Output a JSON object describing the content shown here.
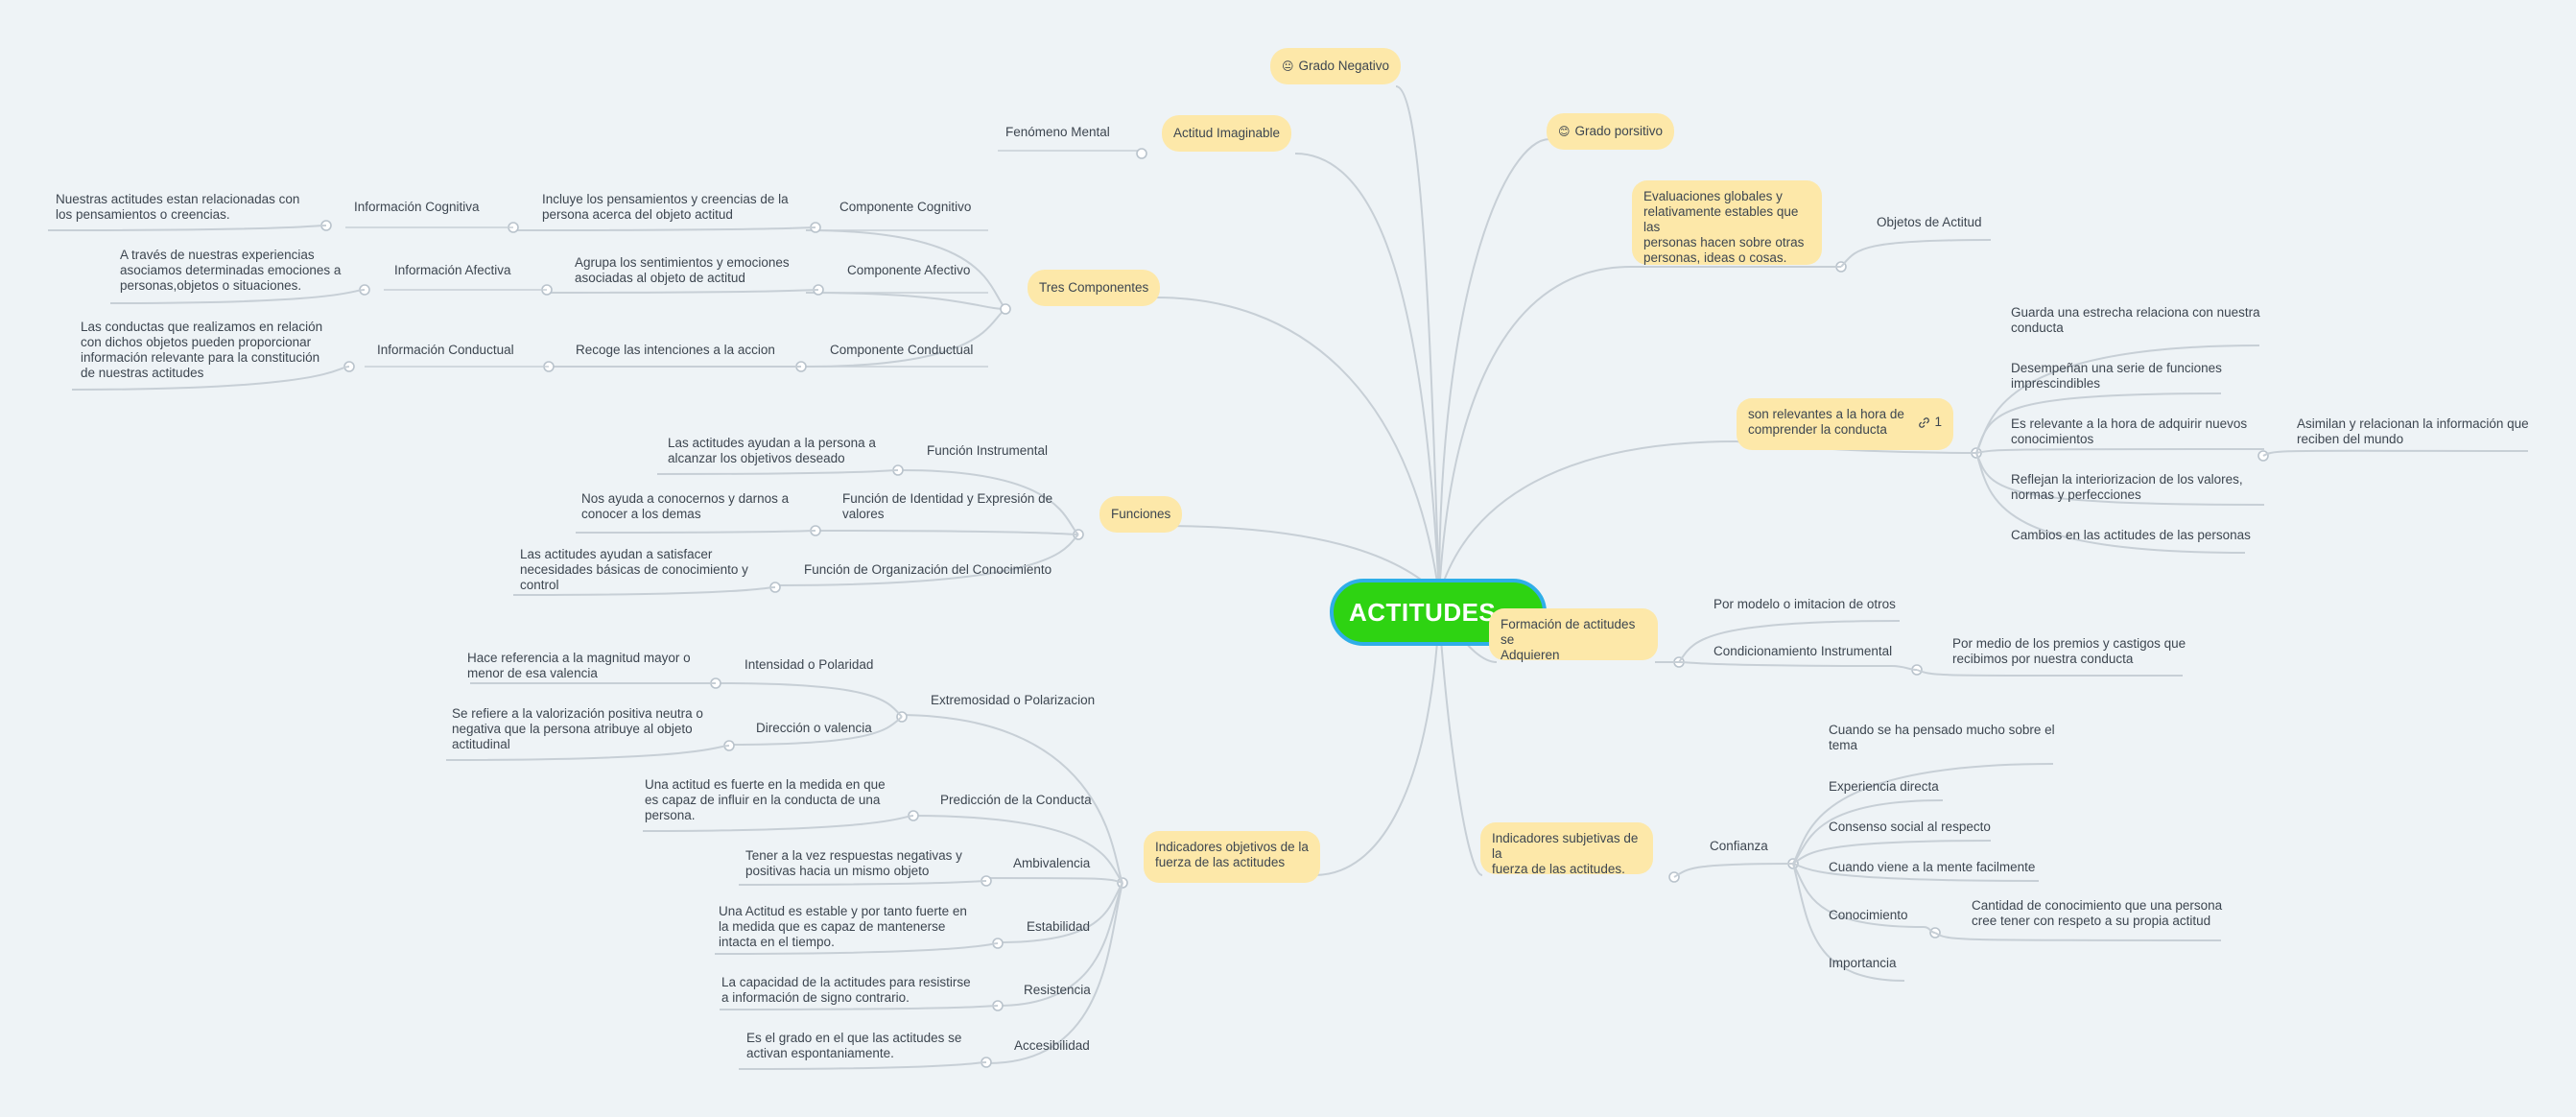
{
  "root": {
    "label": "ACTITUDES"
  },
  "top": {
    "grado_negativo": {
      "emoji": "😐",
      "label": "Grado Negativo"
    },
    "grado_positivo": {
      "emoji": "😊",
      "label": "Grado porsitivo"
    },
    "actitud_imaginable": {
      "label": "Actitud Imaginable",
      "child": "Fenómeno Mental"
    }
  },
  "tres_componentes": {
    "label": "Tres Componentes",
    "cognitivo": {
      "label": "Componente Cognitivo",
      "desc": "Incluye los pensamientos y creencias de la\npersona acerca del objeto actitud",
      "info": "Información Cognitiva",
      "info_desc": "Nuestras actitudes estan relacionadas con\nlos pensamientos o creencias."
    },
    "afectivo": {
      "label": "Componente Afectivo",
      "desc": "Agrupa los sentimientos y emociones\nasociadas al objeto de actitud",
      "info": "Información Afectiva",
      "info_desc": "A través de nuestras experiencias\nasociamos determinadas emociones a\npersonas,objetos o situaciones."
    },
    "conductual": {
      "label": "Componente Conductual",
      "desc": "Recoge las intenciones a la accion",
      "info": "Información Conductual",
      "info_desc": "Las conductas que realizamos en relación\ncon dichos objetos pueden proporcionar\ninformación relevante para la constitución\nde nuestras actitudes"
    }
  },
  "funciones": {
    "label": "Funciones",
    "instrumental": {
      "label": "Función Instrumental",
      "desc": "Las actitudes ayudan a la persona a\nalcanzar los objetivos deseado"
    },
    "identidad": {
      "label": "Función de Identidad y Expresión de\nvalores",
      "desc": "Nos ayuda a conocernos y darnos a\nconocer a los demas"
    },
    "organizacion": {
      "label": "Función de Organización del Conocimiento",
      "desc": "Las actitudes ayudan a satisfacer\nnecesidades básicas de conocimiento y\ncontrol"
    }
  },
  "indicadores_objetivos": {
    "label": "Indicadores objetivos de la\nfuerza de las actitudes",
    "extremosidad": {
      "label": "Extremosidad o Polarizacion",
      "intensidad": {
        "label": "Intensidad o Polaridad",
        "desc": "Hace referencia a la magnitud mayor o\nmenor de esa valencia"
      },
      "direccion": {
        "label": "Dirección o valencia",
        "desc": "Se refiere a la valorización positiva neutra o\nnegativa que la persona atribuye al objeto\nactitudinal"
      }
    },
    "prediccion": {
      "label": "Predicción de la Conducta",
      "desc": "Una actitud es fuerte en la medida en que\nes capaz de influir en la conducta de una\npersona."
    },
    "ambivalencia": {
      "label": "Ambivalencia",
      "desc": "Tener a la vez respuestas negativas y\npositivas hacia un mismo objeto"
    },
    "estabilidad": {
      "label": "Estabilidad",
      "desc": "Una Actitud es estable y por tanto fuerte en\nla medida que es capaz de mantenerse\nintacta en el tiempo."
    },
    "resistencia": {
      "label": "Resistencia",
      "desc": "La capacidad de la actitudes para resistirse\na información de signo contrario."
    },
    "accesibilidad": {
      "label": "Accesibilidad",
      "desc": "Es el grado en el que las actitudes se\nactivan espontaniamente."
    }
  },
  "evaluaciones": {
    "label": "Evaluaciones globales y\nrelativamente estables que las\npersonas hacen sobre otras\npersonas, ideas o cosas.",
    "child": "Objetos de Actitud"
  },
  "relevantes": {
    "label": "son relevantes a la hora de\ncomprender la conducta",
    "link_icon": "link-icon",
    "link_count": "1",
    "items": [
      "Guarda una estrecha relaciona con nuestra\nconducta",
      "Desempeñan una serie de funciones\nimprescindibles",
      "Es relevante a la hora de adquirir nuevos\nconocimientos",
      "Reflejan la interiorizacion de los valores,\nnormas y perfecciones",
      "Cambios en las actitudes de las personas"
    ],
    "sub_item": "Asimilan y relacionan la información que\nreciben del mundo"
  },
  "formacion": {
    "label": "Formación de actitudes se\nAdquieren",
    "modelo": "Por modelo o imitacion de otros",
    "condicionamiento": "Condicionamiento Instrumental",
    "condicionamiento_desc": "Por medio de los premios y castigos que\nrecibimos por nuestra conducta"
  },
  "subjetivos": {
    "label": "Indicadores subjetivas de la\nfuerza de las actitudes.",
    "confianza": "Confianza",
    "items": [
      "Cuando se ha pensado mucho sobre el\ntema",
      "Experiencia directa",
      "Consenso social al respecto",
      "Cuando viene a la mente facilmente",
      "Conocimiento",
      "Importancia"
    ],
    "conocimiento_desc": "Cantidad de conocimiento que una persona\ncree tener con respeto a su propia actitud"
  },
  "colors": {
    "root_fill": "#2ed312",
    "root_border": "#2faee8",
    "pill": "#fde8a9",
    "line": "#c7cfd6",
    "background": "#eef3f6"
  }
}
